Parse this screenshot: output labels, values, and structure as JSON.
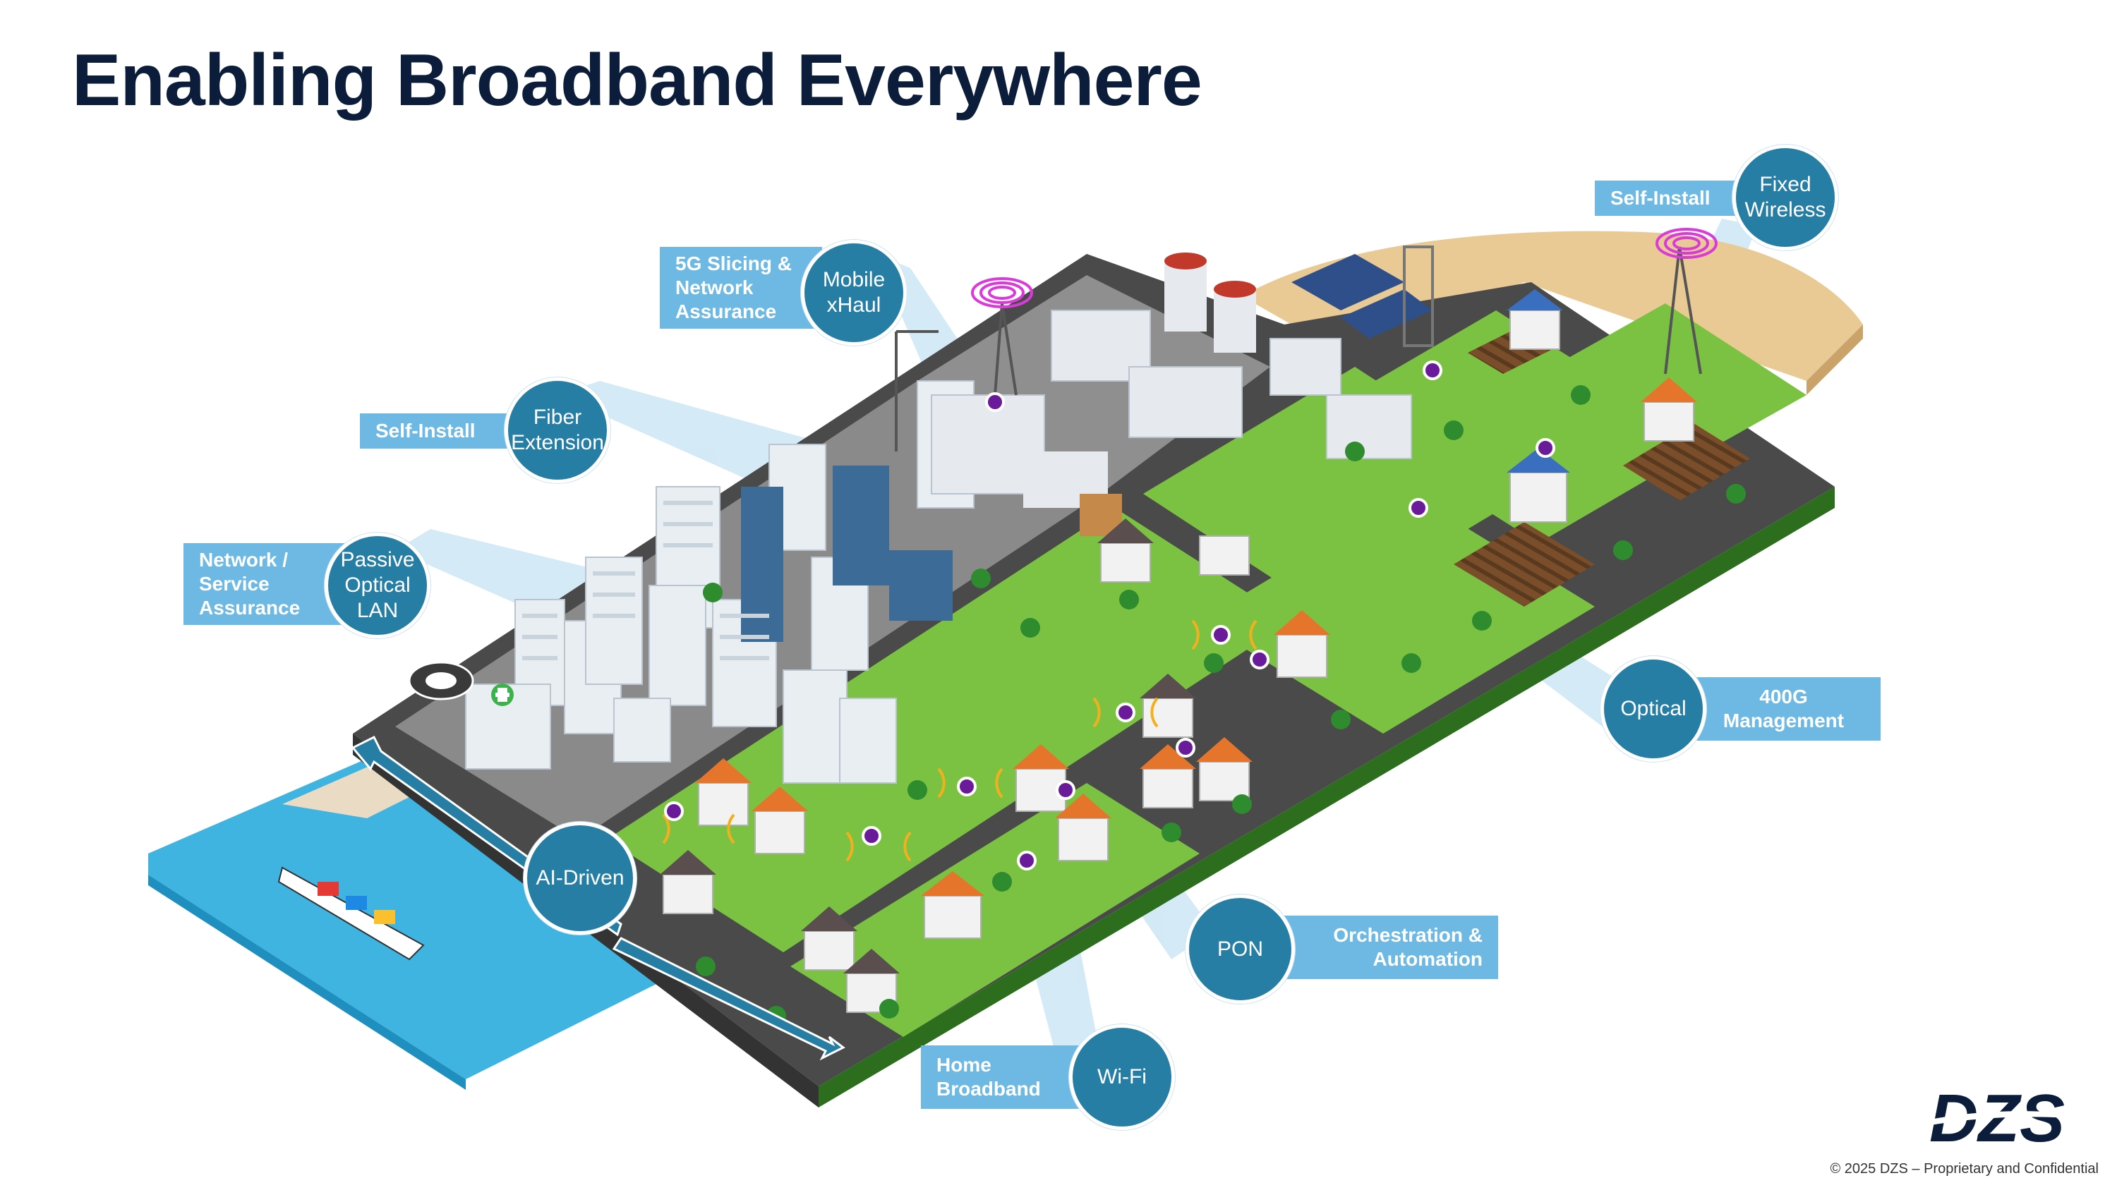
{
  "title": "Enabling Broadband Everywhere",
  "callouts": {
    "mobile_xhaul": {
      "tag": "5G Slicing & Network Assurance",
      "circle": "Mobile xHaul"
    },
    "fiber_extension": {
      "tag": "Self-Install",
      "circle": "Fiber Extension"
    },
    "passive_optical_lan": {
      "tag": "Network / Service Assurance",
      "circle": "Passive Optical LAN"
    },
    "fixed_wireless": {
      "tag": "Self-Install",
      "circle": "Fixed Wireless"
    },
    "optical": {
      "tag": "400G Management",
      "circle": "Optical"
    },
    "pon": {
      "tag": "Orchestration & Automation",
      "circle": "PON"
    },
    "wifi": {
      "tag": "Home Broadband",
      "circle": "Wi-Fi"
    },
    "ai_driven": {
      "circle": "AI-Driven"
    }
  },
  "logo": {
    "text": "DZS",
    "color": "#0b1d3a",
    "accent": "#277ea5"
  },
  "footer": "© 2025 DZS – Proprietary and Confidential",
  "colors": {
    "title": "#0b1d3a",
    "tag": "#6db9e3",
    "circle": "#277ea5",
    "beam": "#cfe8f6",
    "grass": "#7cc242",
    "road": "#4a4a4a",
    "water": "#3fb4e0",
    "sand": "#e9c994"
  }
}
